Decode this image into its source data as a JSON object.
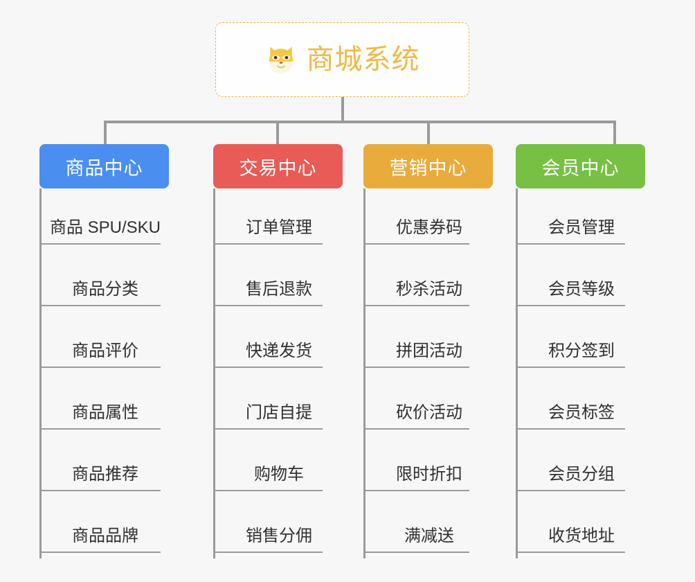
{
  "root": {
    "title": "商城系统",
    "icon": "shiba-dog-face-icon",
    "border_color": "#e8b44a",
    "text_color": "#f1b945",
    "background": "#fefefe"
  },
  "canvas": {
    "background": "#f7f7f7",
    "connector_color": "#9a9a9a"
  },
  "columns": [
    {
      "header": "商品中心",
      "color": "#4a8ef0",
      "children": [
        "商品 SPU/SKU",
        "商品分类",
        "商品评价",
        "商品属性",
        "商品推荐",
        "商品品牌"
      ]
    },
    {
      "header": "交易中心",
      "color": "#e85b56",
      "children": [
        "订单管理",
        "售后退款",
        "快递发货",
        "门店自提",
        "购物车",
        "销售分佣"
      ]
    },
    {
      "header": "营销中心",
      "color": "#e9ab3c",
      "children": [
        "优惠券码",
        "秒杀活动",
        "拼团活动",
        "砍价活动",
        "限时折扣",
        "满减送"
      ]
    },
    {
      "header": "会员中心",
      "color": "#77c043",
      "children": [
        "会员管理",
        "会员等级",
        "积分签到",
        "会员标签",
        "会员分组",
        "收货地址"
      ]
    }
  ]
}
